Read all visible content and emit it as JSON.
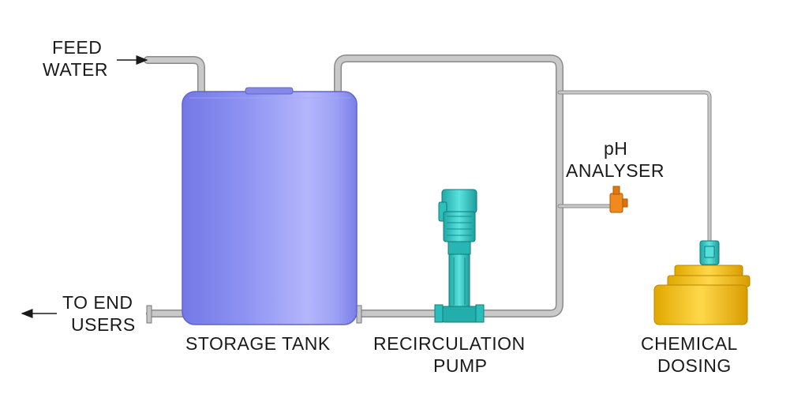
{
  "labels": {
    "feed_line1": "FEED",
    "feed_line2": "WATER",
    "end_users_line1": "TO END",
    "end_users_line2": "USERS",
    "storage_tank": "STORAGE TANK",
    "pump_line1": "RECIRCULATION",
    "pump_line2": "PUMP",
    "ph_line1": "pH",
    "ph_line2": "ANALYSER",
    "dosing_line1": "CHEMICAL",
    "dosing_line2": "DOSING"
  },
  "colors": {
    "tank": "#8a8ef0",
    "pipe": "#bdbdbd",
    "pump": "#3fd2cf",
    "analyser": "#f08a1c",
    "dosing": "#f5c61a"
  }
}
